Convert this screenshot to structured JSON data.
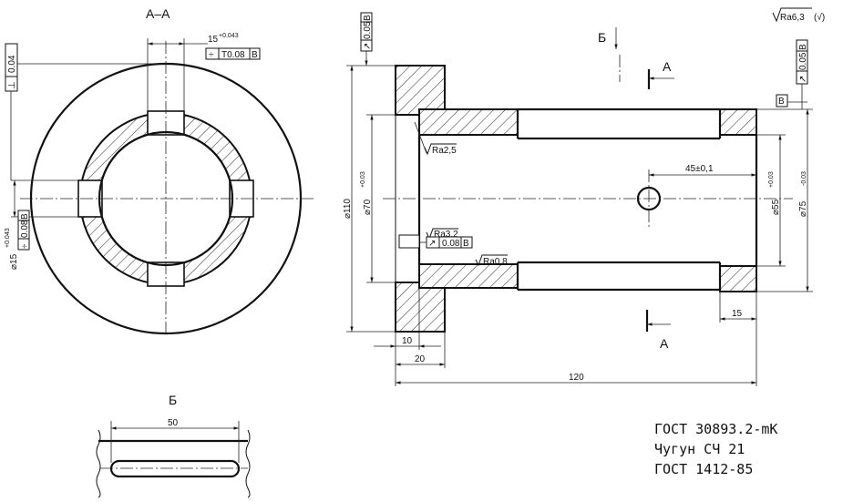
{
  "views": {
    "section_aa": "А–А",
    "view_b_label": "Б",
    "view_b_title": "Б",
    "section_mark_top": "А",
    "section_mark_bottom": "А"
  },
  "roughness": {
    "general": "Ra6,3",
    "bore_flange": "Ra2,5",
    "face": "Ra3,2",
    "bore": "Ra0,8"
  },
  "dimensions": {
    "slot_width": "15",
    "slot_width_tol": "+0.043",
    "slot_hole_dia": "⌀15",
    "slot_hole_dia_tol": "+0.043",
    "flange_dia": "⌀110",
    "bore_dia": "⌀70",
    "bore_dia_tol": "+0.03",
    "inner_dia": "⌀55",
    "inner_dia_tol": "+0.03",
    "outer_dia": "⌀75",
    "outer_dia_tol": "-0.03",
    "hole_pos": "45±0,1",
    "flange_thk": "10",
    "flange_len": "20",
    "total_len": "120",
    "end_len": "15",
    "slot_len": "50"
  },
  "tolerances": {
    "sym_top": [
      "÷",
      "T0.08",
      "B"
    ],
    "perp_left": [
      "⊥",
      "0.04"
    ],
    "sym_left": [
      "÷",
      "0.08",
      "B"
    ],
    "runout_flange": [
      "↗",
      "0.05",
      "B"
    ],
    "runout_face": [
      "↗",
      "0.08",
      "B"
    ],
    "runout_right": [
      "↗",
      "0.05",
      "B"
    ],
    "datum": "B"
  },
  "notes": [
    "ГОСТ 30893.2-mK",
    "Чугун СЧ 21",
    "ГОСТ 1412-85"
  ]
}
